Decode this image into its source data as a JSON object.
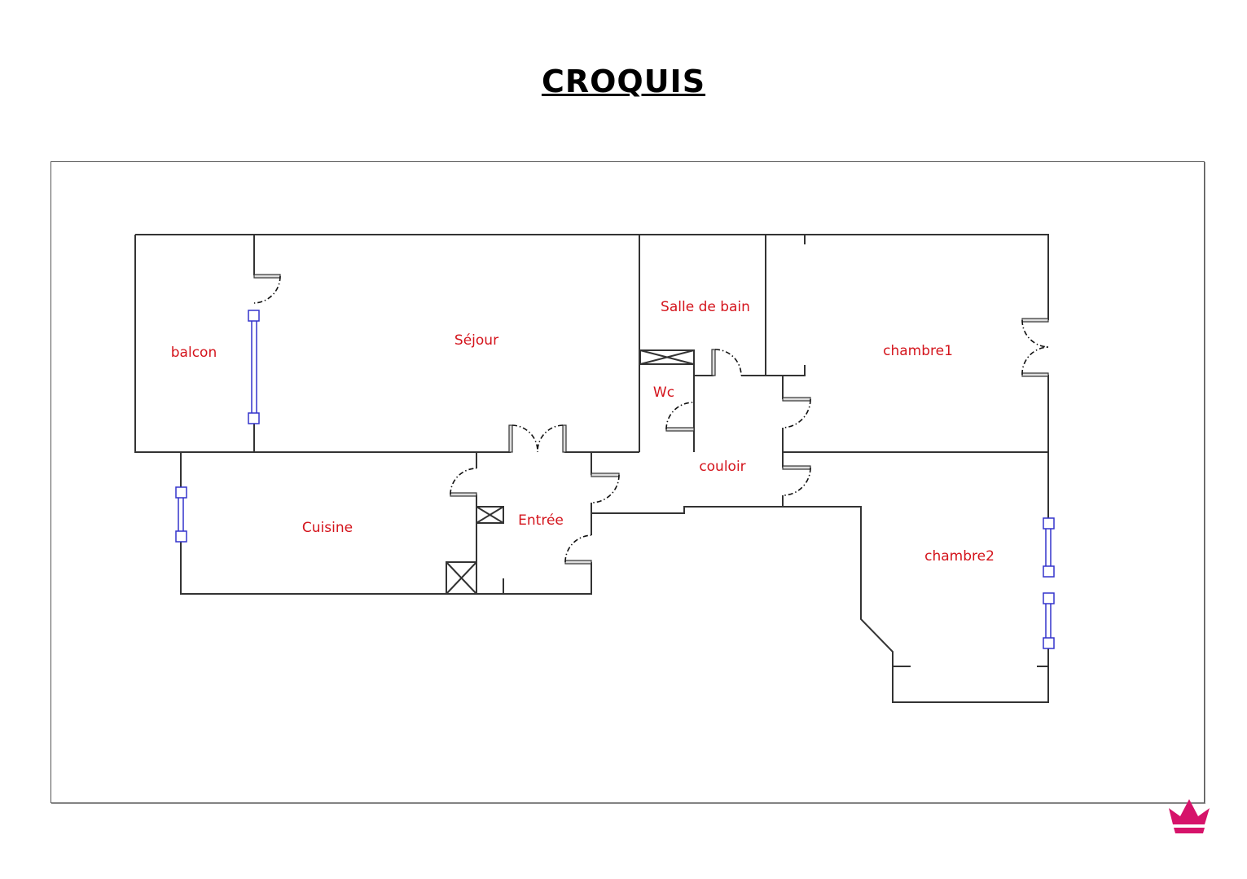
{
  "title": "CROQUIS",
  "rooms": {
    "balcon": "balcon",
    "sejour": "Séjour",
    "salle_de_bain": "Salle de bain",
    "chambre1": "chambre1",
    "wc": "Wc",
    "couloir": "couloir",
    "cuisine": "Cuisine",
    "entree": "Entrée",
    "chambre2": "chambre2"
  },
  "colors": {
    "label": "#d4141c",
    "window": "#3333cc",
    "logo": "#d6136a"
  },
  "logo_icon": "crown-icon"
}
